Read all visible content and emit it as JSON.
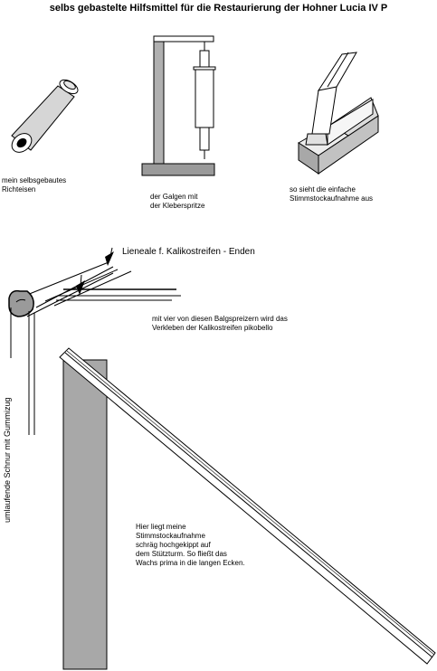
{
  "title": "selbs gebastelte Hilfsmittel für die Restaurierung der Hohner Lucia IV P",
  "labels": {
    "richteisen": [
      "mein selbsgebautes",
      "Richteisen"
    ],
    "galgen": [
      "der Galgen mit",
      "der Kleberspritze"
    ],
    "stimmstock": [
      "so sieht die einfache",
      "Stimmstockaufnahme aus"
    ],
    "lieneale": "Lieneale f. Kalikostreifen - Enden",
    "balgspreizer": [
      "mit vier von diesen Balgspreizern wird das",
      "Verkleben der Kalikostreifen pikobello"
    ],
    "schnur": "umlaufende Schnur mit Gummizug",
    "hierliegt": [
      "Hier liegt meine",
      "Stimmstockaufnahme",
      "schräg hochgekippt auf",
      "dem Stützturm. So fließt das",
      "Wachs prima in die langen Ecken."
    ]
  },
  "colors": {
    "ink": "#000000",
    "tower": "#a8a8a8",
    "base": "#9a9a9a",
    "light": "#d8d8d8"
  }
}
